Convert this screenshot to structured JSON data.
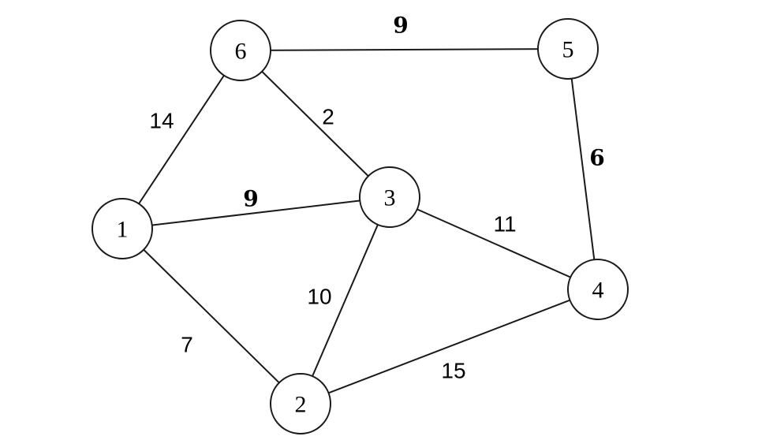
{
  "graph": {
    "nodes": [
      {
        "id": "1",
        "label": "1"
      },
      {
        "id": "2",
        "label": "2"
      },
      {
        "id": "3",
        "label": "3"
      },
      {
        "id": "4",
        "label": "4"
      },
      {
        "id": "5",
        "label": "5"
      },
      {
        "id": "6",
        "label": "6"
      }
    ],
    "edges": [
      {
        "from": "6",
        "to": "5",
        "weight": "9"
      },
      {
        "from": "6",
        "to": "1",
        "weight": "14"
      },
      {
        "from": "6",
        "to": "3",
        "weight": "2"
      },
      {
        "from": "5",
        "to": "4",
        "weight": "6"
      },
      {
        "from": "1",
        "to": "3",
        "weight": "9"
      },
      {
        "from": "1",
        "to": "2",
        "weight": "7"
      },
      {
        "from": "3",
        "to": "2",
        "weight": "10"
      },
      {
        "from": "3",
        "to": "4",
        "weight": "11"
      },
      {
        "from": "2",
        "to": "4",
        "weight": "15"
      }
    ]
  }
}
